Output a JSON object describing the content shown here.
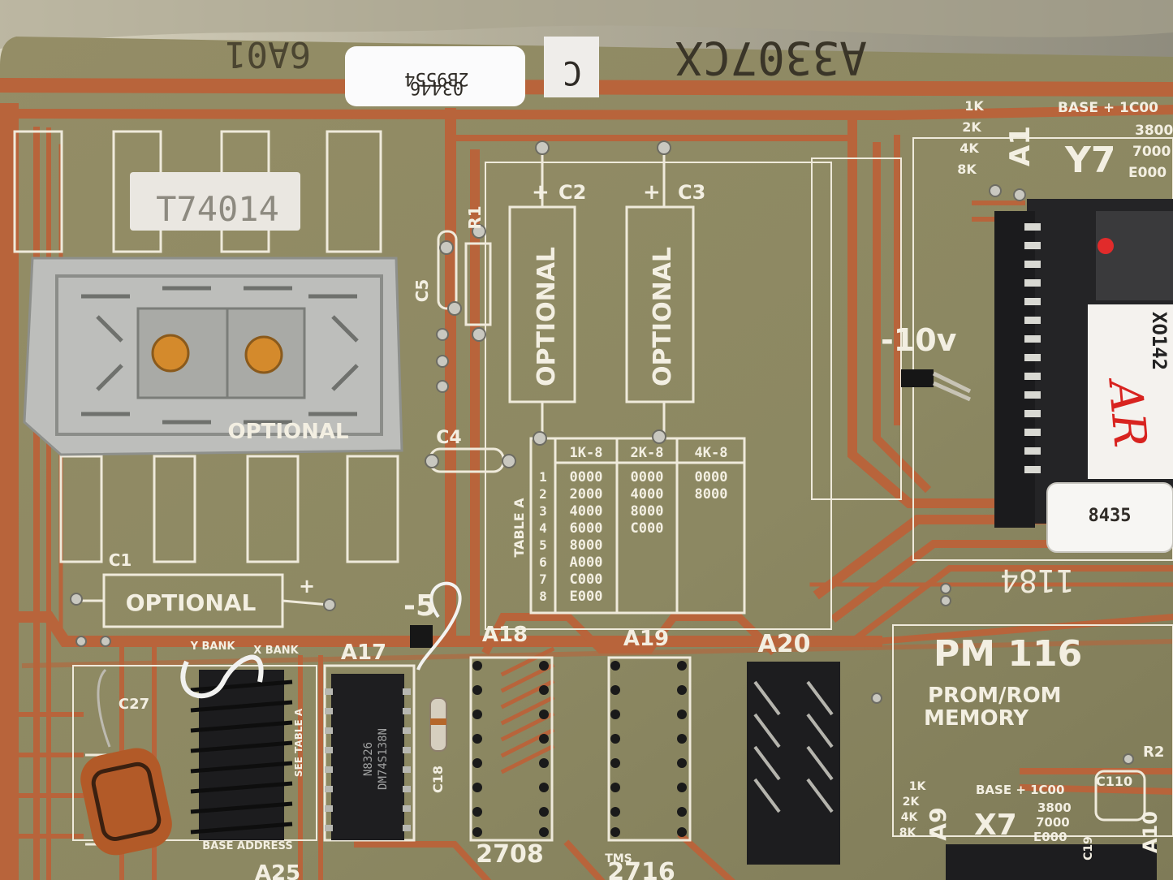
{
  "board": {
    "part_number": "A3307CX",
    "rev_stamp": "6A01",
    "name": "PM 116",
    "description_line1": "PROM/ROM",
    "description_line2": "MEMORY",
    "date_code": "1184"
  },
  "stickers": {
    "serial_line1": "2B9554",
    "serial_line2": "03446",
    "tag_t": "T74014",
    "rev_letter": "C",
    "chip_label": "8435",
    "chip_part": "XO142",
    "chip_handwritten": "AR"
  },
  "silkscreen": {
    "c1": "C1",
    "c2": "C2",
    "c3": "C3",
    "c4": "C4",
    "c5": "C5",
    "c27": "C27",
    "c18": "C18",
    "c19": "C19",
    "c110": "C110",
    "r1": "R1",
    "r2": "R2",
    "optional": "OPTIONAL",
    "plus": "+",
    "minus_10v": "-10v",
    "minus_5": "-5",
    "a17": "A17",
    "a18": "A18",
    "a19": "A19",
    "a20": "A20",
    "a1": "A1",
    "a9": "A9",
    "a10": "A10",
    "a25": "A25",
    "y7": "Y7",
    "x7": "X7",
    "label_2708": "2708",
    "label_2716": "2716",
    "label_tms": "TMS",
    "y_bank": "Y BANK",
    "x_bank": "X BANK",
    "see_table_a": "SEE TABLE A",
    "base_address": "BASE ADDRESS",
    "ic_a17_line1": "N8326",
    "ic_a17_line2": "DM74S138N"
  },
  "size_table_top": {
    "sizes": [
      "1K",
      "2K",
      "4K",
      "8K"
    ],
    "base_header": "BASE + 1C00",
    "bases": [
      "3800",
      "7000",
      "E000"
    ]
  },
  "size_table_bottom": {
    "sizes": [
      "1K",
      "2K",
      "4K",
      "8K"
    ],
    "base_header": "BASE + 1C00",
    "bases": [
      "3800",
      "7000",
      "E000"
    ]
  },
  "table_a": {
    "title": "TABLE A",
    "columns": [
      "1K-8",
      "2K-8",
      "4K-8"
    ],
    "row_numbers": [
      "1",
      "2",
      "3",
      "4",
      "5",
      "6",
      "7",
      "8"
    ],
    "col_1k": [
      "0000",
      "2000",
      "4000",
      "6000",
      "8000",
      "A000",
      "C000",
      "E000"
    ],
    "col_2k": [
      "0000",
      "4000",
      "8000",
      "C000"
    ],
    "col_4k": [
      "0000",
      "8000"
    ]
  },
  "colors": {
    "board_green": "#8d8a62",
    "copper": "#b8643b",
    "silkscreen": "#f3efe2",
    "chip_black": "#1e1e20"
  }
}
